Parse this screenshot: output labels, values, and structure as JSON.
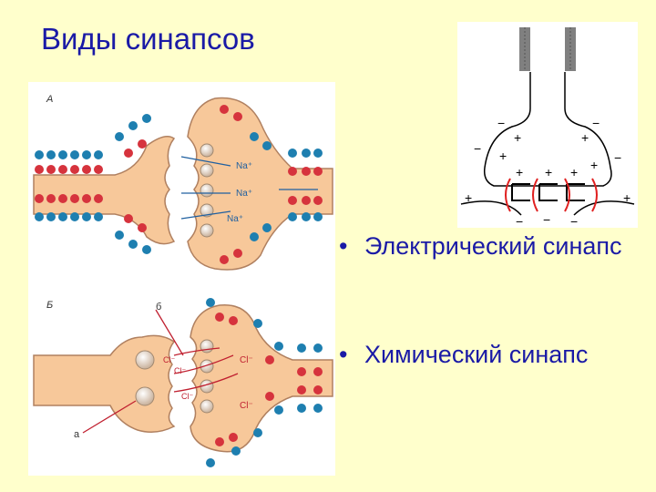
{
  "title": "Виды синапсов",
  "bullets": [
    {
      "marker": "•",
      "text": "Электрический синапс"
    },
    {
      "marker": "•",
      "text": "Химический синапс"
    }
  ],
  "left_figure": {
    "panel_a_label": "А",
    "panel_b_label": "Б",
    "ion_labels_a": [
      "Na⁺",
      "Na⁺",
      "Na⁺"
    ],
    "ion_labels_b": [
      "Cl⁻",
      "Cl⁻",
      "Cl⁻",
      "Cl⁻",
      "Cl⁻"
    ],
    "callout_b": "б",
    "callout_a": "а",
    "colors": {
      "neuron": "#f7c89a",
      "neuron_outline": "#b08060",
      "positive": "#1e7fb0",
      "negative": "#d6333d",
      "vesicle": "#e8d0b8"
    }
  },
  "right_figure": {
    "charges_top": [
      "−",
      "−",
      "+",
      "+",
      "−",
      "+",
      "−"
    ],
    "charges_mid": [
      "+",
      "+",
      "+",
      "+"
    ],
    "charges_side": [
      "+",
      "+"
    ],
    "charges_bottom": [
      "−",
      "−",
      "−"
    ],
    "colors": {
      "electrode": "#808080",
      "arc": "#e02020"
    }
  }
}
